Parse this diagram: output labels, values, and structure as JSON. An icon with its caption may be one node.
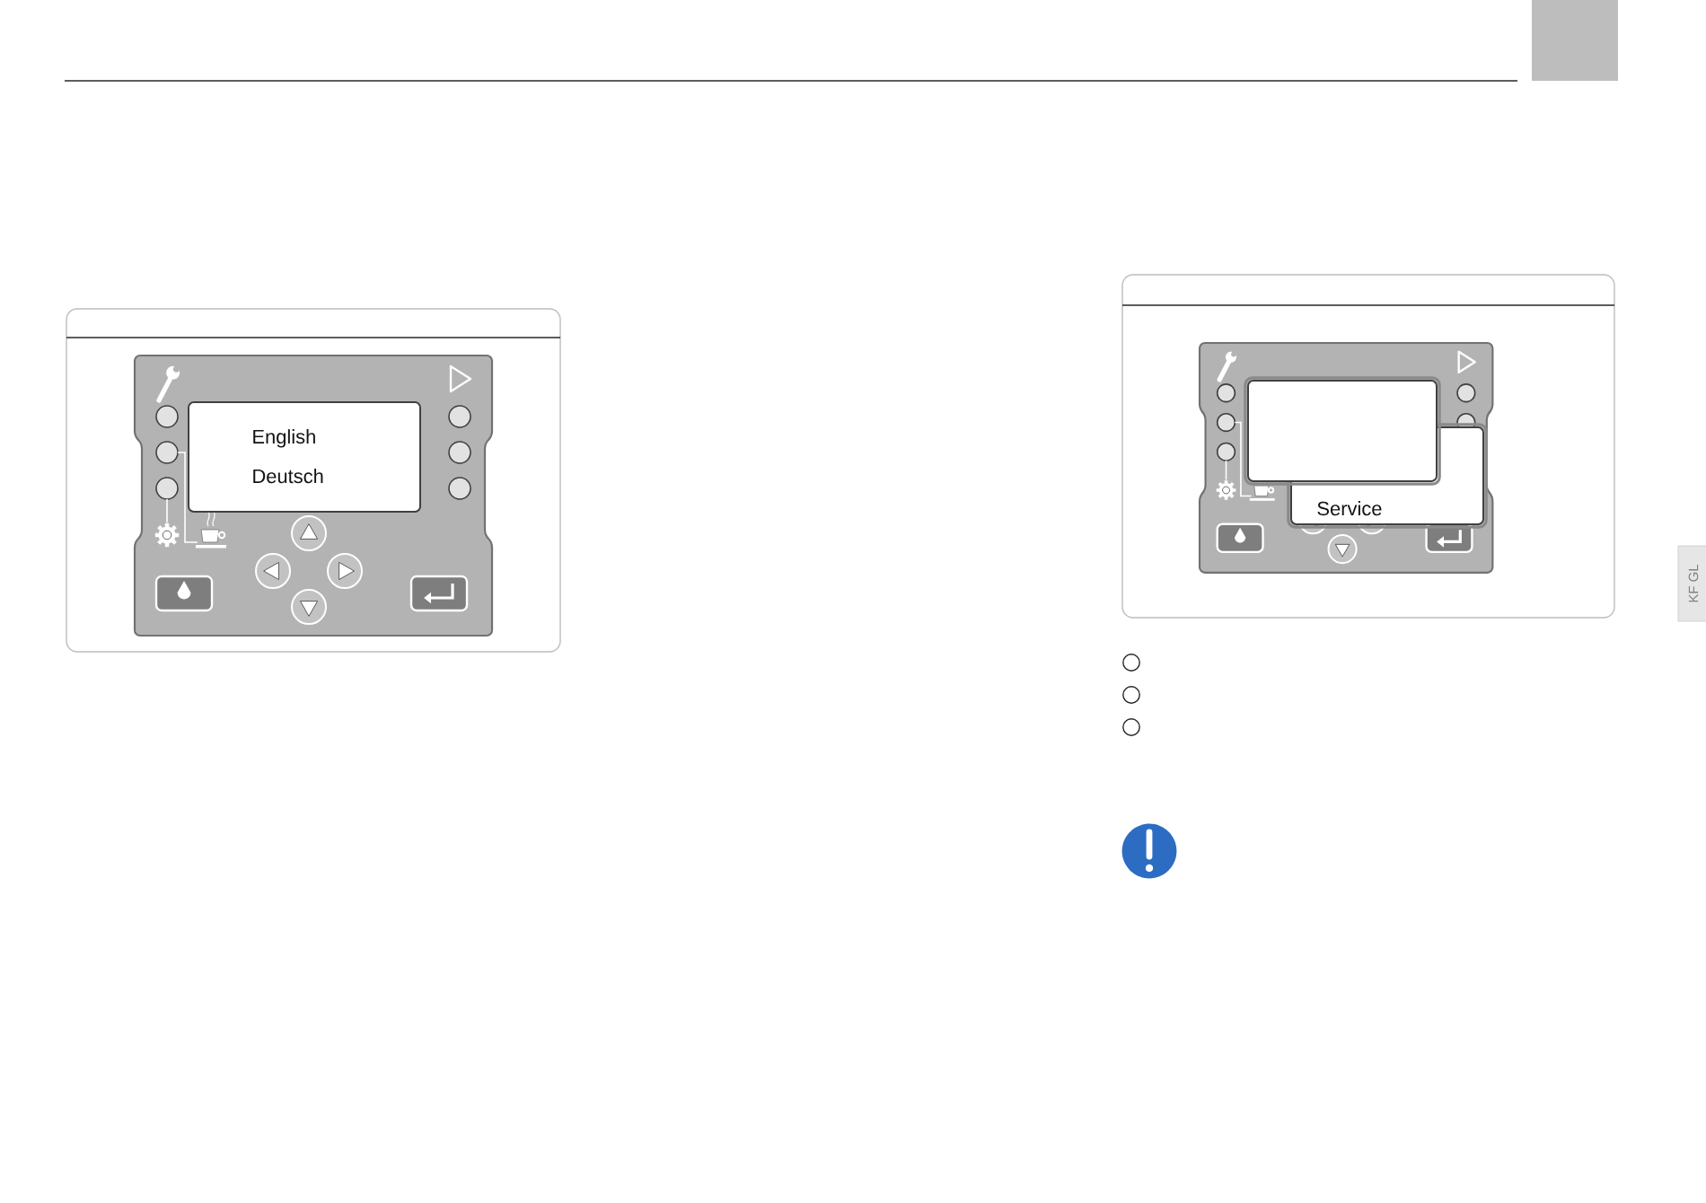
{
  "diagram": {
    "nodes": [
      {
        "text": [
          "English",
          "Deutsch"
        ]
      },
      {
        "text": [],
        "shape": "box"
      },
      {
        "text": [
          "Service"
        ]
      }
    ],
    "labels": [
      "KF GL"
    ]
  }
}
